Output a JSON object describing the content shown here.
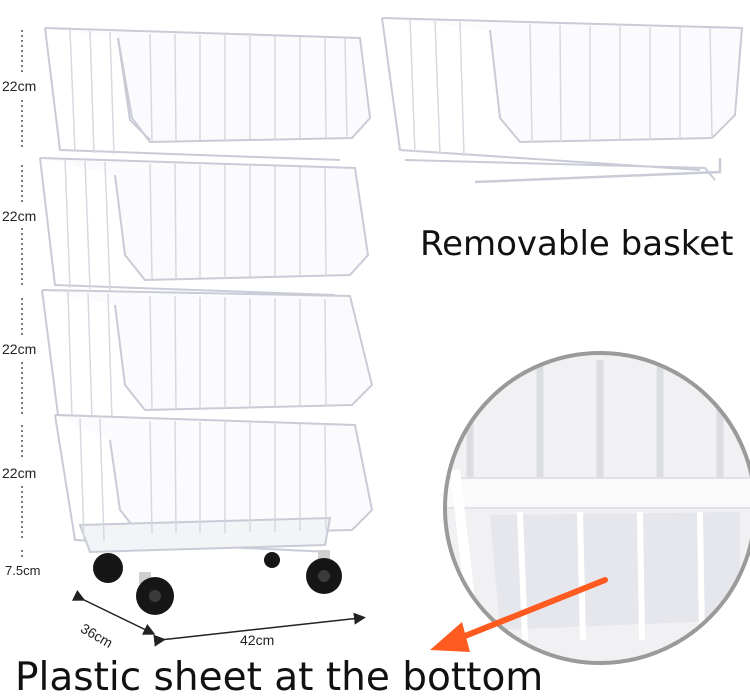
{
  "product_image": {
    "dimensions": {
      "tier_heights": [
        "22cm",
        "22cm",
        "22cm",
        "22cm"
      ],
      "wheel_height": "7.5cm",
      "depth": "36cm",
      "width": "42cm"
    },
    "captions": {
      "removable": "Removable basket",
      "bottom": "Plastic sheet at the bottom"
    },
    "colors": {
      "basket": "#ffffff",
      "wire_outline": "#c9ccd6",
      "wheel": "#161616",
      "arrow": "#ff5a1f",
      "zoom_ring": "#9a9a9a"
    }
  }
}
